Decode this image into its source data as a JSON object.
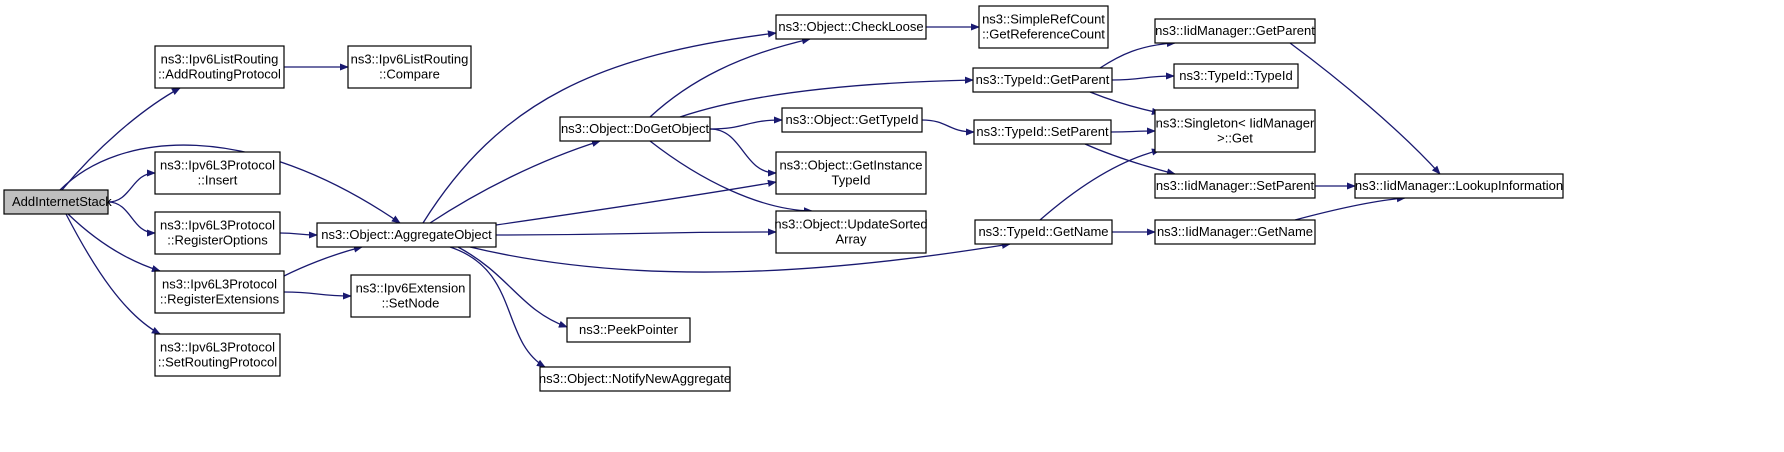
{
  "graph": {
    "edge_color": "#191970",
    "root_fill": "#bfbfbf",
    "nodes": [
      {
        "id": "root",
        "lines": [
          "AddInternetStack"
        ]
      },
      {
        "id": "add_routing",
        "lines": [
          "ns3::Ipv6ListRouting",
          "::AddRoutingProtocol"
        ]
      },
      {
        "id": "compare",
        "lines": [
          "ns3::Ipv6ListRouting",
          "::Compare"
        ]
      },
      {
        "id": "insert",
        "lines": [
          "ns3::Ipv6L3Protocol",
          "::Insert"
        ]
      },
      {
        "id": "reg_options",
        "lines": [
          "ns3::Ipv6L3Protocol",
          "::RegisterOptions"
        ]
      },
      {
        "id": "reg_ext",
        "lines": [
          "ns3::Ipv6L3Protocol",
          "::RegisterExtensions"
        ]
      },
      {
        "id": "set_routing",
        "lines": [
          "ns3::Ipv6L3Protocol",
          "::SetRoutingProtocol"
        ]
      },
      {
        "id": "aggregate",
        "lines": [
          "ns3::Object::AggregateObject"
        ]
      },
      {
        "id": "set_node",
        "lines": [
          "ns3::Ipv6Extension",
          "::SetNode"
        ]
      },
      {
        "id": "do_get",
        "lines": [
          "ns3::Object::DoGetObject"
        ]
      },
      {
        "id": "peek",
        "lines": [
          "ns3::PeekPointer"
        ]
      },
      {
        "id": "notify",
        "lines": [
          "ns3::Object::NotifyNewAggregate"
        ]
      },
      {
        "id": "check_loose",
        "lines": [
          "ns3::Object::CheckLoose"
        ]
      },
      {
        "id": "get_typeid",
        "lines": [
          "ns3::Object::GetTypeId"
        ]
      },
      {
        "id": "get_instance",
        "lines": [
          "ns3::Object::GetInstance",
          "TypeId"
        ]
      },
      {
        "id": "update_sorted",
        "lines": [
          "ns3::Object::UpdateSorted",
          "Array"
        ]
      },
      {
        "id": "simple_ref",
        "lines": [
          "ns3::SimpleRefCount",
          "::GetReferenceCount"
        ]
      },
      {
        "id": "tid_getparent",
        "lines": [
          "ns3::TypeId::GetParent"
        ]
      },
      {
        "id": "tid_setparent",
        "lines": [
          "ns3::TypeId::SetParent"
        ]
      },
      {
        "id": "tid_getname",
        "lines": [
          "ns3::TypeId::GetName"
        ]
      },
      {
        "id": "iid_getparent",
        "lines": [
          "ns3::IidManager::GetParent"
        ]
      },
      {
        "id": "tid_typeid",
        "lines": [
          "ns3::TypeId::TypeId"
        ]
      },
      {
        "id": "singleton",
        "lines": [
          "ns3::Singleton< IidManager",
          ">::Get"
        ]
      },
      {
        "id": "iid_setparent",
        "lines": [
          "ns3::IidManager::SetParent"
        ]
      },
      {
        "id": "iid_getname",
        "lines": [
          "ns3::IidManager::GetName"
        ]
      },
      {
        "id": "lookup",
        "lines": [
          "ns3::IidManager::LookupInformation"
        ]
      }
    ],
    "edges": [
      [
        "root",
        "add_routing"
      ],
      [
        "root",
        "aggregate"
      ],
      [
        "root",
        "insert"
      ],
      [
        "root",
        "reg_options"
      ],
      [
        "root",
        "reg_ext"
      ],
      [
        "root",
        "set_routing"
      ],
      [
        "add_routing",
        "compare"
      ],
      [
        "reg_options",
        "aggregate"
      ],
      [
        "reg_ext",
        "aggregate"
      ],
      [
        "reg_ext",
        "set_node"
      ],
      [
        "aggregate",
        "do_get"
      ],
      [
        "aggregate",
        "check_loose"
      ],
      [
        "aggregate",
        "get_instance"
      ],
      [
        "aggregate",
        "update_sorted"
      ],
      [
        "aggregate",
        "tid_getname"
      ],
      [
        "aggregate",
        "peek"
      ],
      [
        "aggregate",
        "notify"
      ],
      [
        "do_get",
        "check_loose"
      ],
      [
        "do_get",
        "get_typeid"
      ],
      [
        "do_get",
        "get_instance"
      ],
      [
        "do_get",
        "update_sorted"
      ],
      [
        "do_get",
        "tid_getparent"
      ],
      [
        "check_loose",
        "simple_ref"
      ],
      [
        "get_typeid",
        "tid_setparent"
      ],
      [
        "tid_getparent",
        "iid_getparent"
      ],
      [
        "tid_getparent",
        "tid_typeid"
      ],
      [
        "tid_getparent",
        "singleton"
      ],
      [
        "tid_setparent",
        "singleton"
      ],
      [
        "tid_setparent",
        "iid_setparent"
      ],
      [
        "tid_getname",
        "singleton"
      ],
      [
        "tid_getname",
        "iid_getname"
      ],
      [
        "iid_getparent",
        "lookup"
      ],
      [
        "iid_setparent",
        "lookup"
      ],
      [
        "iid_getname",
        "lookup"
      ]
    ]
  }
}
